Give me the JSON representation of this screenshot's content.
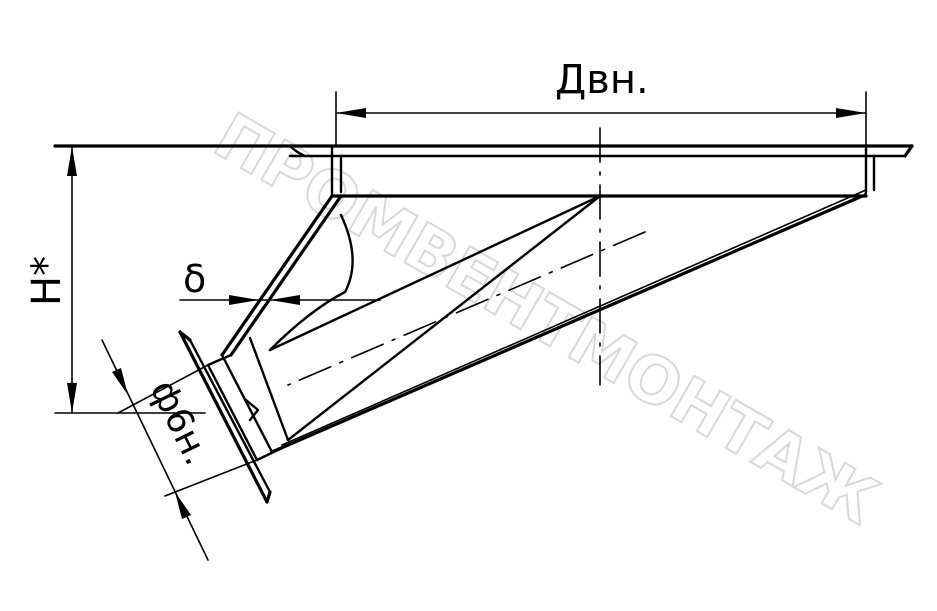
{
  "drawing": {
    "dim_top": "Двн.",
    "dim_height": "Н*",
    "dim_thickness": "δ",
    "dim_outlet": "ф6н.",
    "watermark": "ПРОМВЕНТМОНТАЖ"
  }
}
